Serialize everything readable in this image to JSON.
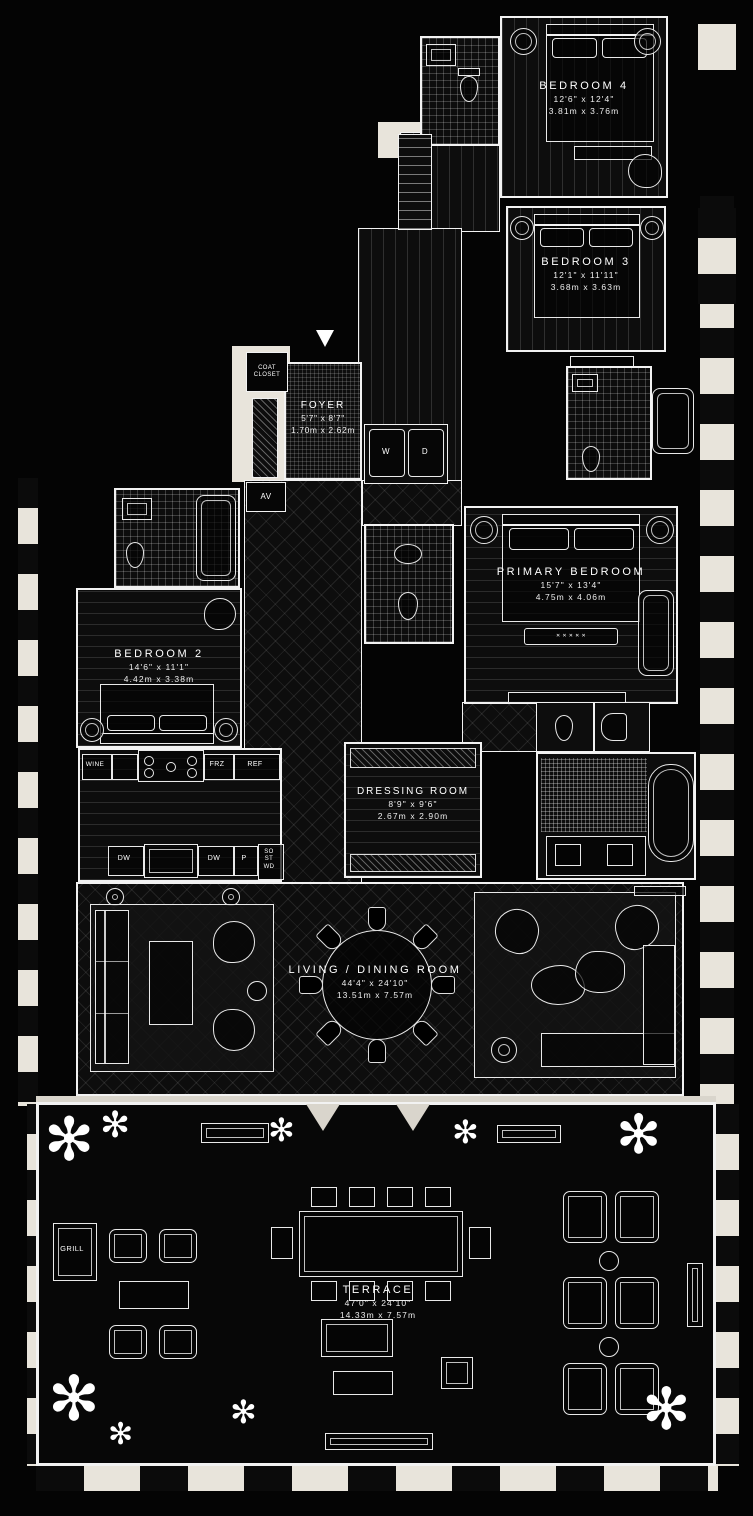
{
  "colors": {
    "background": "#040404",
    "lines": "#ffffff",
    "exterior_masonry": "#e8e4db"
  },
  "rooms": {
    "bedroom4": {
      "name": "BEDROOM 4",
      "imperial": "12'6\" x 12'4\"",
      "metric": "3.81m x 3.76m"
    },
    "bedroom3": {
      "name": "BEDROOM 3",
      "imperial": "12'1\" x 11'11\"",
      "metric": "3.68m x 3.63m"
    },
    "foyer": {
      "name": "FOYER",
      "imperial": "5'7\" x 8'7\"",
      "metric": "1.70m x 2.62m"
    },
    "primary_bedroom": {
      "name": "PRIMARY BEDROOM",
      "imperial": "15'7\" x 13'4\"",
      "metric": "4.75m x 4.06m"
    },
    "bedroom2": {
      "name": "BEDROOM 2",
      "imperial": "14'6\" x 11'1\"",
      "metric": "4.42m x 3.38m"
    },
    "dressing_room": {
      "name": "DRESSING ROOM",
      "imperial": "8'9\" x 9'6\"",
      "metric": "2.67m x 2.90m"
    },
    "living_dining": {
      "name": "LIVING / DINING ROOM",
      "imperial": "44'4\" x 24'10\"",
      "metric": "13.51m x 7.57m"
    },
    "terrace": {
      "name": "TERRACE",
      "imperial": "47'0\" x 24'10\"",
      "metric": "14.33m x 7.57m"
    }
  },
  "closets": {
    "coat_line1": "COAT",
    "coat_line2": "CLOSET",
    "av": "AV",
    "washer": "W",
    "dryer": "D"
  },
  "kitchen": {
    "wine": "WINE",
    "frz": "FRZ",
    "ref": "REF",
    "dw_left": "DW",
    "dw_right": "DW",
    "pantry": "P",
    "stack1": "SO",
    "stack2": "ST",
    "stack3": "WD"
  },
  "outdoor": {
    "grill": "GRILL"
  },
  "icons": {
    "plant": "✻",
    "bench_marks": "✕ ✕ ✕ ✕ ✕"
  }
}
